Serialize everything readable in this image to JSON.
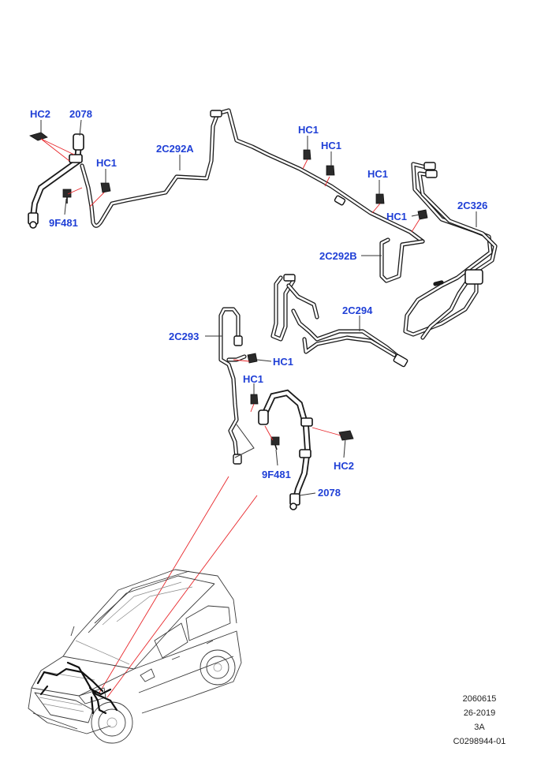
{
  "labels": {
    "hc2_top": "HC2",
    "hose_top": "2078",
    "hc1_a": "HC1",
    "sensor_top": "9F481",
    "pipe_2c292a": "2C292A",
    "hc1_b": "HC1",
    "hc1_c": "HC1",
    "hc1_d": "HC1",
    "hc1_e": "HC1",
    "pipe_2c326": "2C326",
    "pipe_2c292b": "2C292B",
    "pipe_2c294": "2C294",
    "pipe_2c293": "2C293",
    "hc1_f": "HC1",
    "hc1_g": "HC1",
    "sensor_bottom": "9F481",
    "hc2_bottom": "HC2",
    "hose_bottom": "2078"
  },
  "footer": {
    "line1": "2060615",
    "line2": "26-2019",
    "line3": "3A",
    "line4": "C0298944-01"
  },
  "colors": {
    "callout": "#1f3fd6",
    "pointer_line": "#e8262a",
    "line_art": "#1b1b1b"
  }
}
